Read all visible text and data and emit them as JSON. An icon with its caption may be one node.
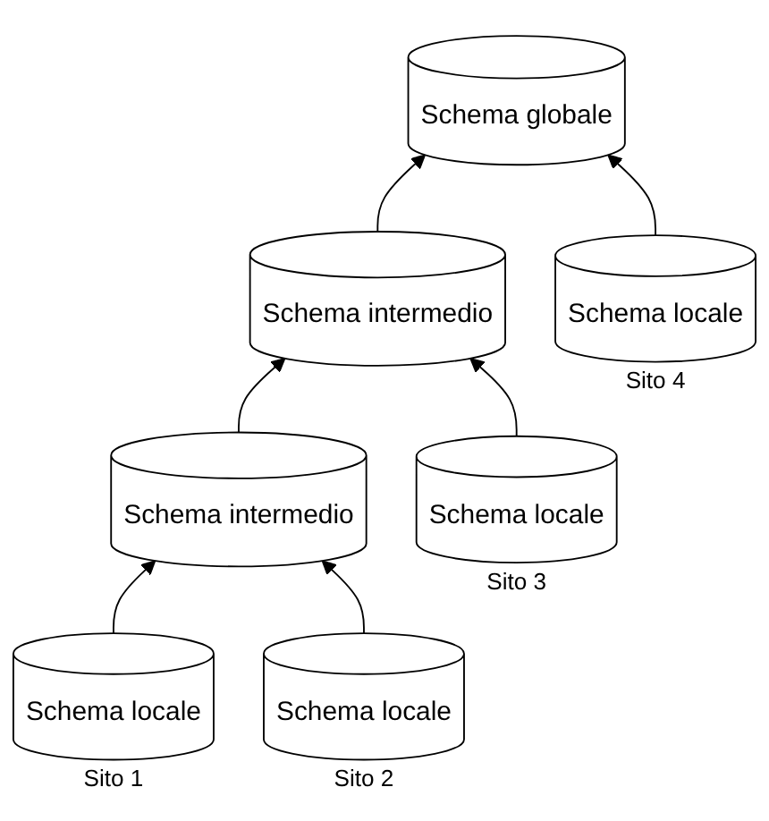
{
  "diagram": {
    "nodes": [
      {
        "text": [
          "Schema globale"
        ]
      },
      {
        "text": [
          "Schema intermedio"
        ]
      },
      {
        "text": [
          "Schema intermedio"
        ]
      },
      {
        "text": [
          "Schema locale"
        ],
        "beside": [
          "Sito 1"
        ]
      },
      {
        "text": [
          "Schema locale"
        ],
        "beside": [
          "Sito 2"
        ]
      },
      {
        "text": [
          "Schema locale"
        ],
        "beside": [
          "Sito 3"
        ]
      },
      {
        "text": [
          "Schema locale"
        ],
        "beside": [
          "Sito 4"
        ]
      }
    ],
    "edges": [
      {
        "from": 1,
        "to": 0,
        "arrow": "to"
      },
      {
        "from": 6,
        "to": 0,
        "arrow": "to"
      },
      {
        "from": 2,
        "to": 1,
        "arrow": "to"
      },
      {
        "from": 5,
        "to": 1,
        "arrow": "to"
      },
      {
        "from": 3,
        "to": 2,
        "arrow": "to"
      },
      {
        "from": 4,
        "to": 2,
        "arrow": "to"
      }
    ]
  }
}
